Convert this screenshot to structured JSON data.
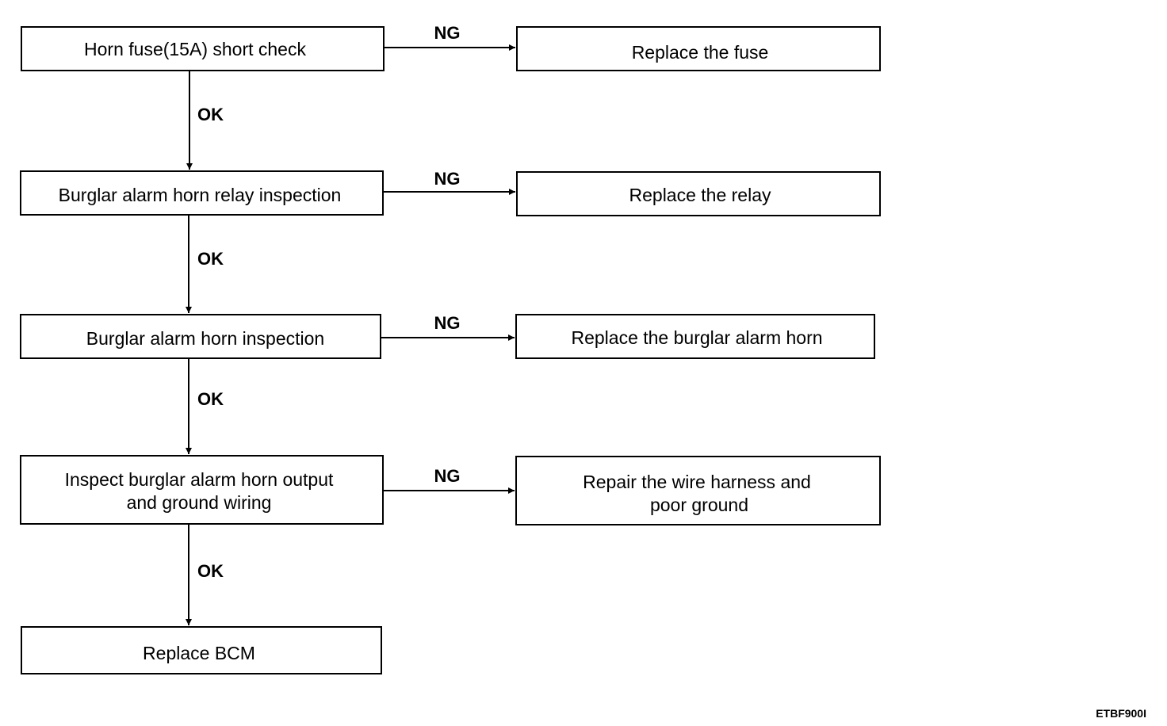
{
  "steps": [
    {
      "label": "Horn fuse(15A) short check"
    },
    {
      "label": "Burglar alarm horn relay inspection"
    },
    {
      "label": "Burglar alarm horn inspection"
    },
    {
      "label": "Inspect burglar alarm horn output",
      "label_line2": "and ground wiring"
    },
    {
      "label": "Replace BCM"
    }
  ],
  "actions": [
    {
      "label": "Replace the fuse"
    },
    {
      "label": "Replace the relay"
    },
    {
      "label": "Replace the burglar alarm horn"
    },
    {
      "label": "Repair the wire harness and",
      "label_line2": "poor ground"
    }
  ],
  "edge_labels": {
    "ok": "OK",
    "ng": "NG"
  },
  "figure_code": "ETBF900I"
}
